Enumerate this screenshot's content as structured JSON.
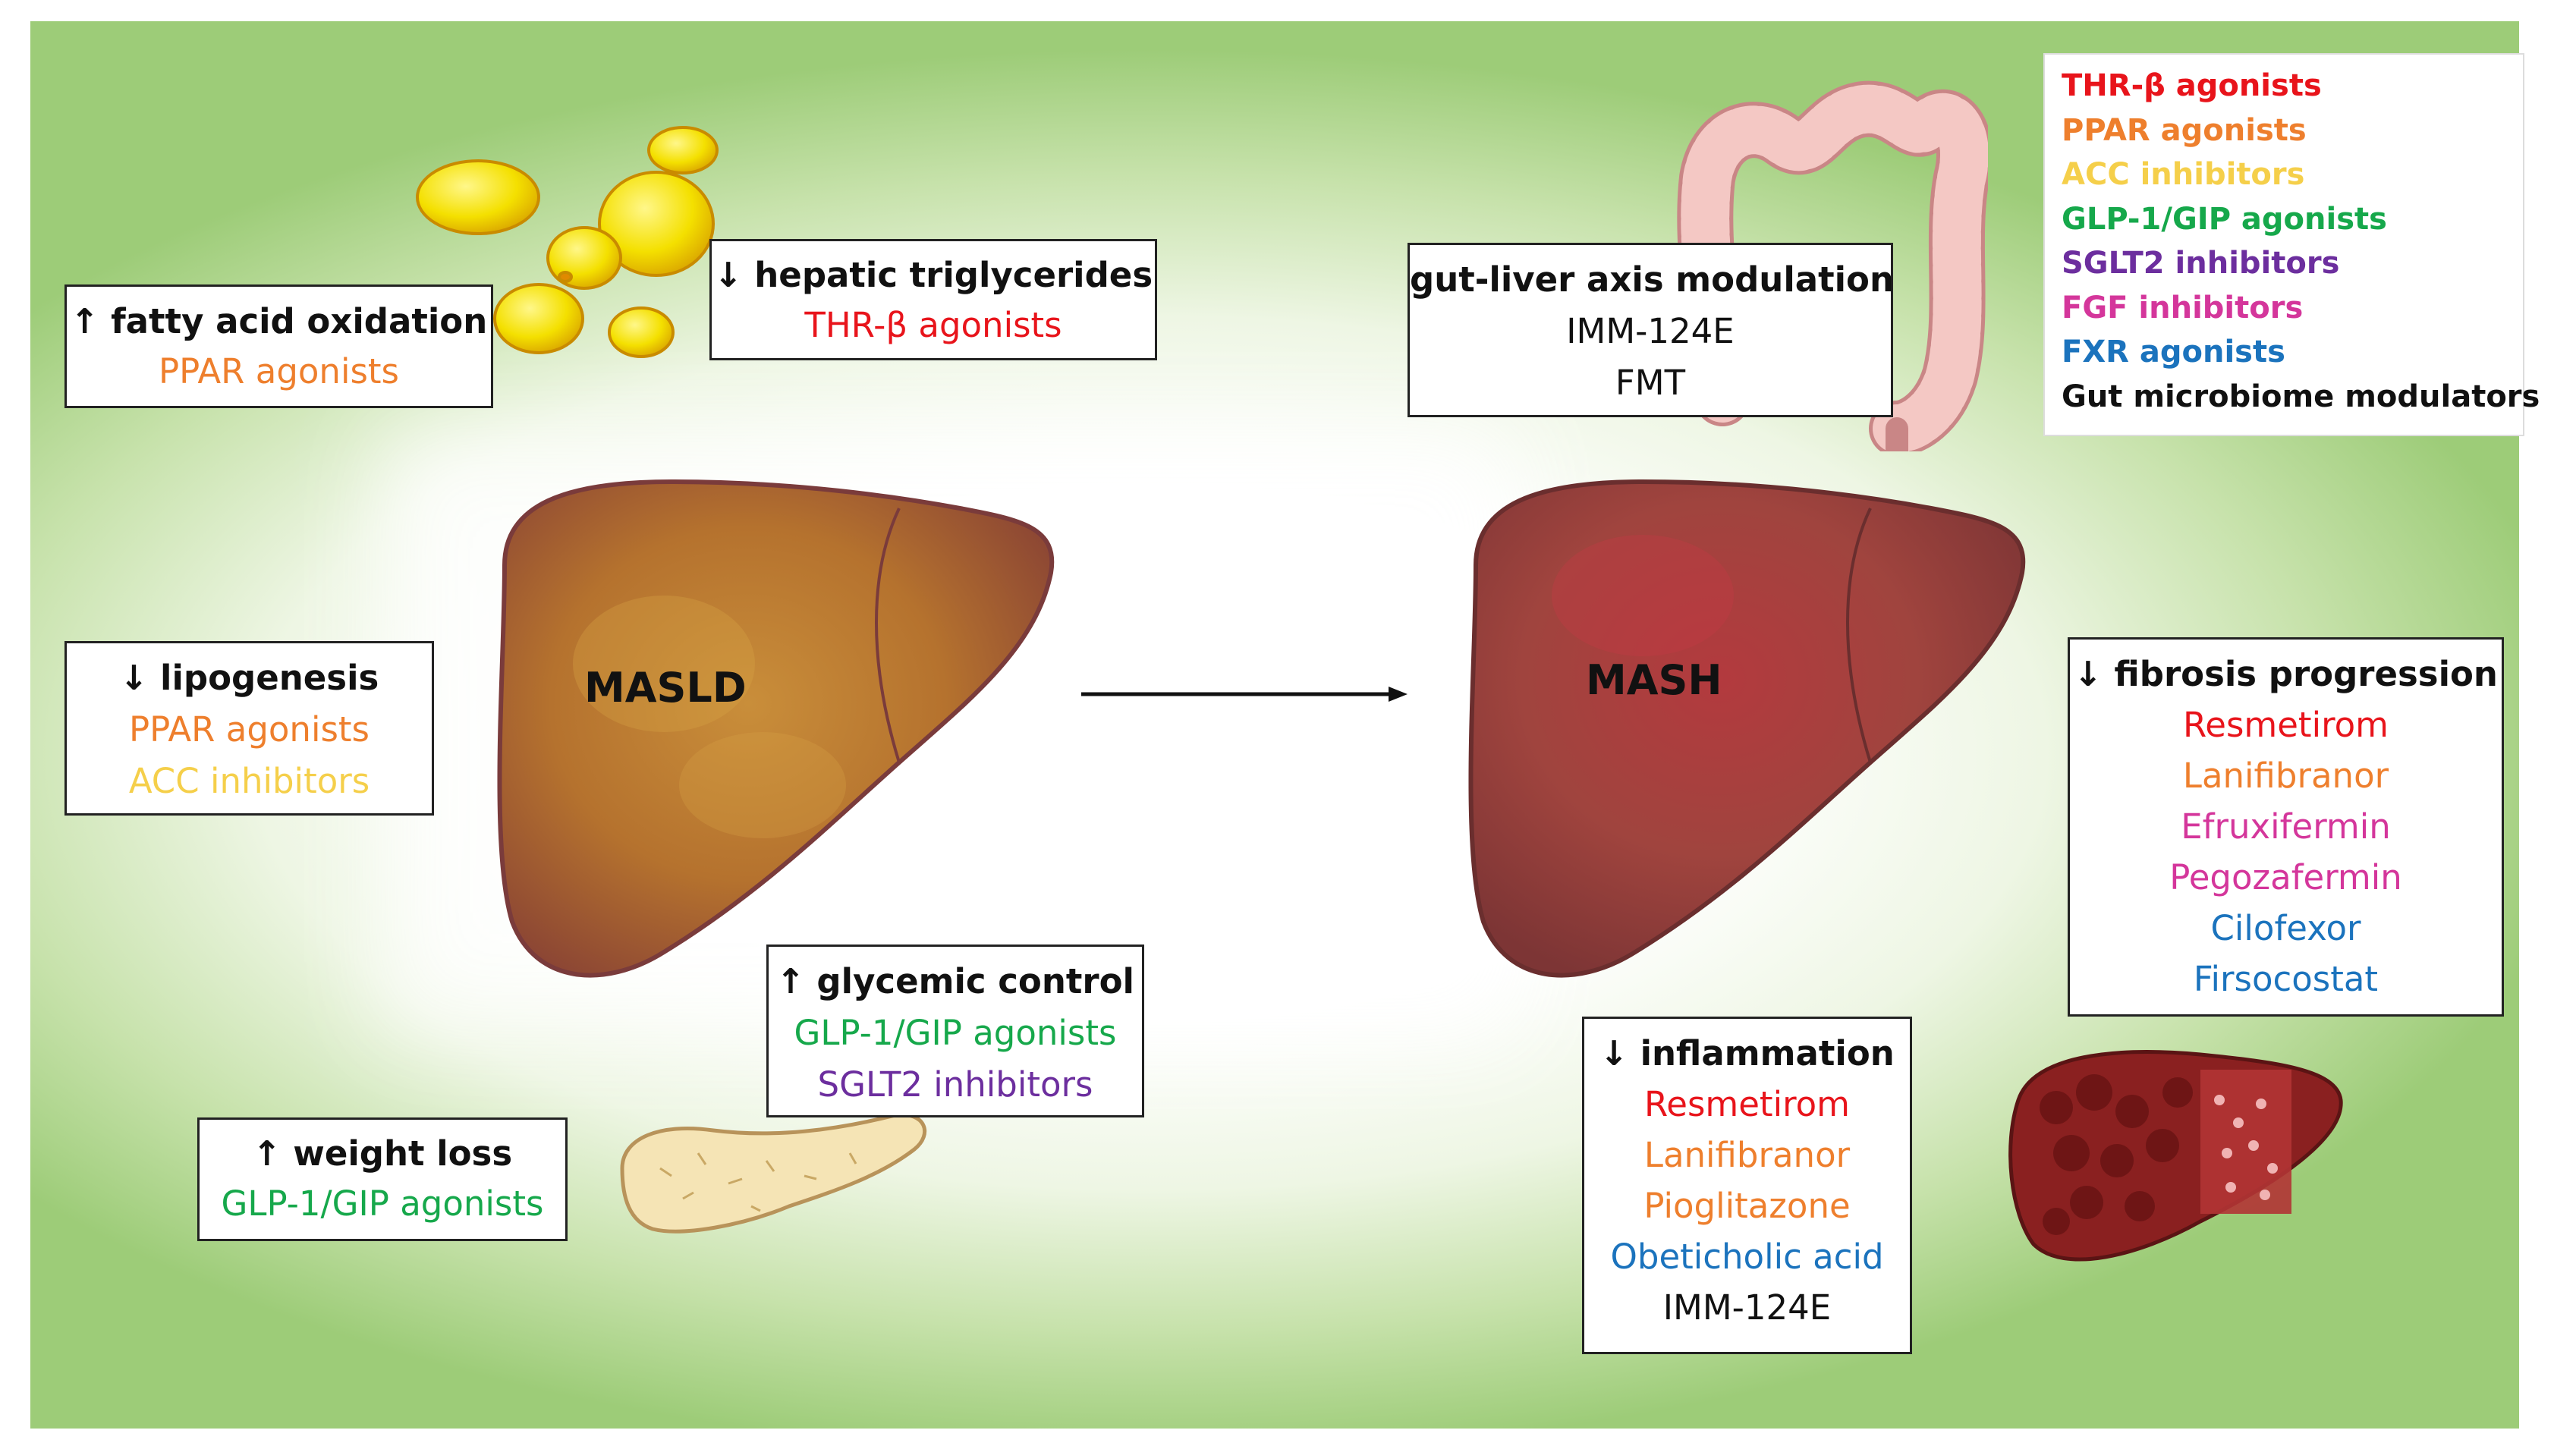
{
  "colors": {
    "thr": "#e8141b",
    "ppar": "#ee7f2d",
    "acc": "#f5cf4a",
    "glp": "#16a84b",
    "sglt2": "#6c2e9e",
    "fgf": "#d4369b",
    "fxr": "#1b73bd",
    "black": "#111111"
  },
  "labels": {
    "masld": "MASLD",
    "mash": "MASH"
  },
  "boxes": {
    "fatty_acid": {
      "head": "↑ fatty acid oxidation",
      "items": [
        {
          "text": "PPAR agonists",
          "color": "#ee7f2d"
        }
      ]
    },
    "hepatic_tg": {
      "head": "↓ hepatic triglycerides",
      "items": [
        {
          "text": "THR-β agonists",
          "color": "#e8141b"
        }
      ]
    },
    "gut_liver": {
      "head": "gut-liver axis modulation",
      "items": [
        {
          "text": "IMM-124E",
          "color": "#111111"
        },
        {
          "text": "FMT",
          "color": "#111111"
        }
      ]
    },
    "lipogenesis": {
      "head": "↓ lipogenesis",
      "items": [
        {
          "text": "PPAR agonists",
          "color": "#ee7f2d"
        },
        {
          "text": "ACC inhibitors",
          "color": "#f5cf4a"
        }
      ]
    },
    "glycemic": {
      "head": "↑ glycemic control",
      "items": [
        {
          "text": "GLP-1/GIP agonists",
          "color": "#16a84b"
        },
        {
          "text": "SGLT2 inhibitors",
          "color": "#6c2e9e"
        }
      ]
    },
    "weight": {
      "head": "↑ weight loss",
      "items": [
        {
          "text": "GLP-1/GIP agonists",
          "color": "#16a84b"
        }
      ]
    },
    "inflammation": {
      "head": "↓ inflammation",
      "items": [
        {
          "text": "Resmetirom",
          "color": "#e8141b"
        },
        {
          "text": "Lanifibranor",
          "color": "#ee7f2d"
        },
        {
          "text": "Pioglitazone",
          "color": "#ee7f2d"
        },
        {
          "text": "Obeticholic acid",
          "color": "#1b73bd"
        },
        {
          "text": "IMM-124E",
          "color": "#111111"
        }
      ]
    },
    "fibrosis": {
      "head": "↓ fibrosis progression",
      "items": [
        {
          "text": "Resmetirom",
          "color": "#e8141b"
        },
        {
          "text": "Lanifibranor",
          "color": "#ee7f2d"
        },
        {
          "text": "Efruxifermin",
          "color": "#d4369b"
        },
        {
          "text": "Pegozafermin",
          "color": "#d4369b"
        },
        {
          "text": "Cilofexor",
          "color": "#1b73bd"
        },
        {
          "text": "Firsocostat",
          "color": "#1b73bd"
        }
      ]
    }
  },
  "legend": [
    {
      "text": "THR-β agonists",
      "color": "#e8141b"
    },
    {
      "text": "PPAR agonists",
      "color": "#ee7f2d"
    },
    {
      "text": "ACC inhibitors",
      "color": "#f5cf4a"
    },
    {
      "text": "GLP-1/GIP agonists",
      "color": "#16a84b"
    },
    {
      "text": "SGLT2 inhibitors",
      "color": "#6c2e9e"
    },
    {
      "text": "FGF inhibitors",
      "color": "#d4369b"
    },
    {
      "text": "FXR agonists",
      "color": "#1b73bd"
    },
    {
      "text": "Gut microbiome modulators",
      "color": "#111111"
    }
  ]
}
